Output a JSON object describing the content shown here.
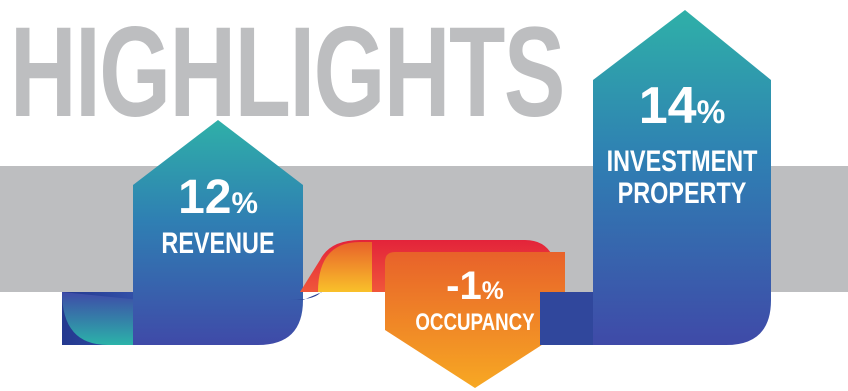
{
  "title": "HIGHLIGHTS",
  "highlights": [
    {
      "value": "12",
      "unit": "%",
      "label": "REVENUE",
      "direction": "up",
      "color": "#2f6fb0"
    },
    {
      "value": "-1",
      "unit": "%",
      "label": "OCCUPANCY",
      "direction": "down",
      "color": "#e8742a"
    },
    {
      "value": "14",
      "unit": "%",
      "label": "INVESTMENT PROPERTY",
      "label_lines": [
        "INVESTMENT",
        "PROPERTY"
      ],
      "direction": "up",
      "color": "#2f6fb0"
    }
  ],
  "colors": {
    "title_gray": "#bdbec0",
    "band_gray": "#bdbec0",
    "blue_top": "#2aa3a8",
    "blue_bottom": "#3f4fa8",
    "orange_top": "#f07f2a",
    "orange_bottom": "#f5a623",
    "red_ribbon": "#e3233a"
  }
}
